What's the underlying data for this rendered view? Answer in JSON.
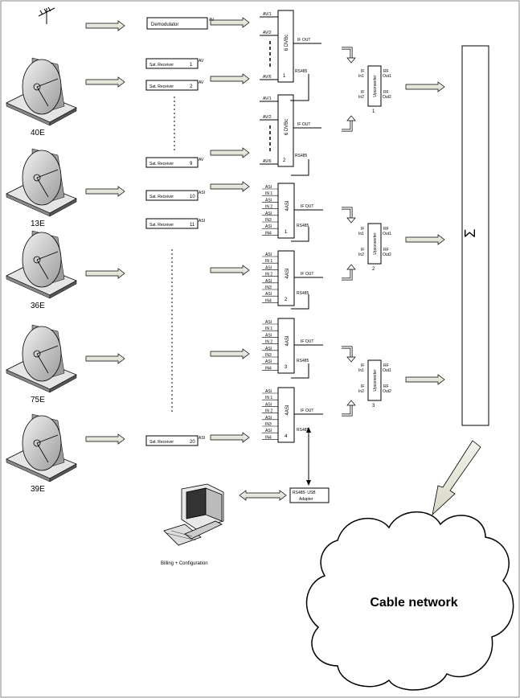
{
  "dishes": [
    {
      "label": "40E"
    },
    {
      "label": "13E"
    },
    {
      "label": "36E"
    },
    {
      "label": "75E"
    },
    {
      "label": "39E"
    }
  ],
  "demodulator": {
    "label": "Demodulator",
    "port": "AV"
  },
  "receivers": [
    {
      "label": "Sat. Receiver",
      "num": "1",
      "port": "AV"
    },
    {
      "label": "Sat. Receiver",
      "num": "2",
      "port": "AV"
    },
    {
      "label": "Sat. Receiver",
      "num": "9",
      "port": "AV"
    },
    {
      "label": "Sat. Receiver",
      "num": "10",
      "port": "ASI"
    },
    {
      "label": "Sat. Receiver",
      "num": "11",
      "port": "ASI"
    },
    {
      "label": "Sat. Receiver",
      "num": "20",
      "port": "ASI"
    }
  ],
  "dvbc_units": [
    {
      "name": "6 DVBc",
      "num": "1",
      "ports": [
        "AV/1",
        "AV/2",
        "AV/6"
      ],
      "ifout": "IF OUT",
      "rs": "RS485"
    },
    {
      "name": "6 DVBc",
      "num": "2",
      "ports": [
        "AV/1",
        "AV/2",
        "AV/6"
      ],
      "ifout": "IF OUT",
      "rs": "RS485"
    }
  ],
  "asi_units": [
    {
      "name": "4ASI",
      "num": "1",
      "ifout": "IF OUT",
      "rs": "RS485"
    },
    {
      "name": "4ASI",
      "num": "2",
      "ifout": "IF OUT",
      "rs": "RS485"
    },
    {
      "name": "4ASI",
      "num": "3",
      "ifout": "IF OUT",
      "rs": "RS485"
    },
    {
      "name": "4ASI",
      "num": "4",
      "ifout": "IF OUT",
      "rs": "RS485"
    }
  ],
  "asi_ports": [
    "ASI",
    "IN 1",
    "ASI",
    "IN 2",
    "ASI",
    "IN3",
    "ASI",
    "IN4"
  ],
  "upconverters": [
    {
      "name": "Upconverter",
      "num": "1",
      "in1": "IF In1",
      "in2": "IF In2",
      "out1": "RF Out1",
      "out2": "RF Out2"
    },
    {
      "name": "Upconverter",
      "num": "2",
      "in1": "IF In1",
      "in2": "IF In2",
      "out1": "RF Out1",
      "out2": "RF Out2"
    },
    {
      "name": "Upconverter",
      "num": "3",
      "in1": "IF In1",
      "in2": "IF In2",
      "out1": "RF Out1",
      "out2": "RF Out2"
    }
  ],
  "combiner": {
    "symbol": "Σ"
  },
  "adapter": {
    "line1": "RS485- USB",
    "line2": "Adapter"
  },
  "computer": {
    "label": "Billing + Configuration"
  },
  "cloud": {
    "label": "Cable network"
  }
}
